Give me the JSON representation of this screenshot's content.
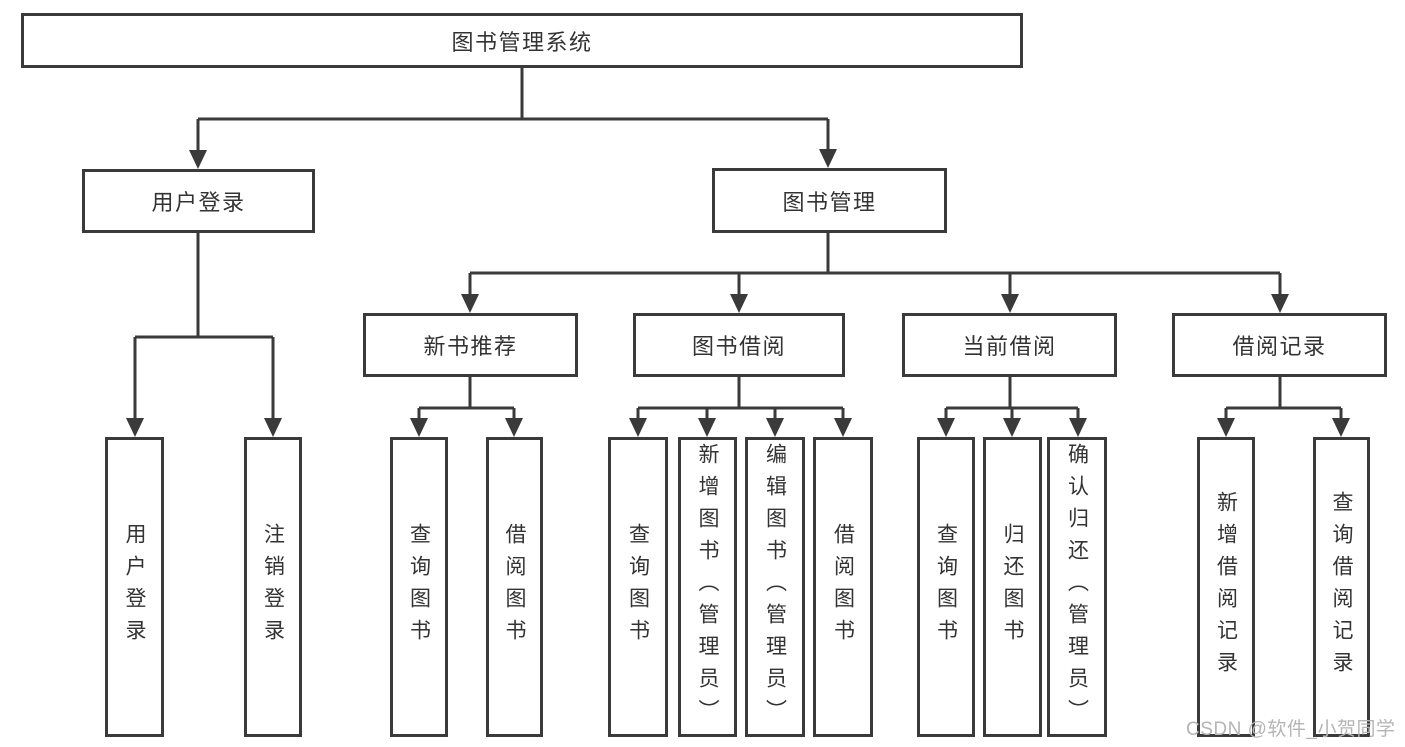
{
  "colors": {
    "stroke": "#3a3a3a",
    "text": "#333333",
    "box_fill": "#ffffff",
    "watermark": "#b5b5b5"
  },
  "tree": {
    "root": {
      "label": "图书管理系统"
    },
    "branches": [
      {
        "label": "用户登录",
        "children": [
          {
            "label": "用户登录"
          },
          {
            "label": "注销登录"
          }
        ]
      },
      {
        "label": "图书管理",
        "groups": [
          {
            "label": "新书推荐",
            "children": [
              {
                "label": "查询图书"
              },
              {
                "label": "借阅图书"
              }
            ]
          },
          {
            "label": "图书借阅",
            "children": [
              {
                "label": "查询图书"
              },
              {
                "label": "新增图书（管理员）"
              },
              {
                "label": "编辑图书（管理员）"
              },
              {
                "label": "借阅图书"
              }
            ]
          },
          {
            "label": "当前借阅",
            "children": [
              {
                "label": "查询图书"
              },
              {
                "label": "归还图书"
              },
              {
                "label": "确认归还（管理员）"
              }
            ]
          },
          {
            "label": "借阅记录",
            "children": [
              {
                "label": "新增借阅记录"
              },
              {
                "label": "查询借阅记录"
              }
            ]
          }
        ]
      }
    ]
  },
  "watermark": {
    "text": "CSDN @软件_小贺同学"
  }
}
